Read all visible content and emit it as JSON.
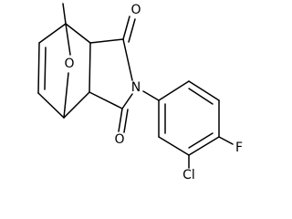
{
  "molecule": {
    "atoms": {
      "bridge_oxygen": "O",
      "imide_nitrogen": "N",
      "carbonyl_oxygen_top": "O",
      "carbonyl_oxygen_bottom": "O",
      "chlorine": "Cl",
      "fluorine": "F"
    },
    "colors": {
      "bond": "#000000",
      "label": "#000000",
      "background": "#ffffff"
    }
  }
}
